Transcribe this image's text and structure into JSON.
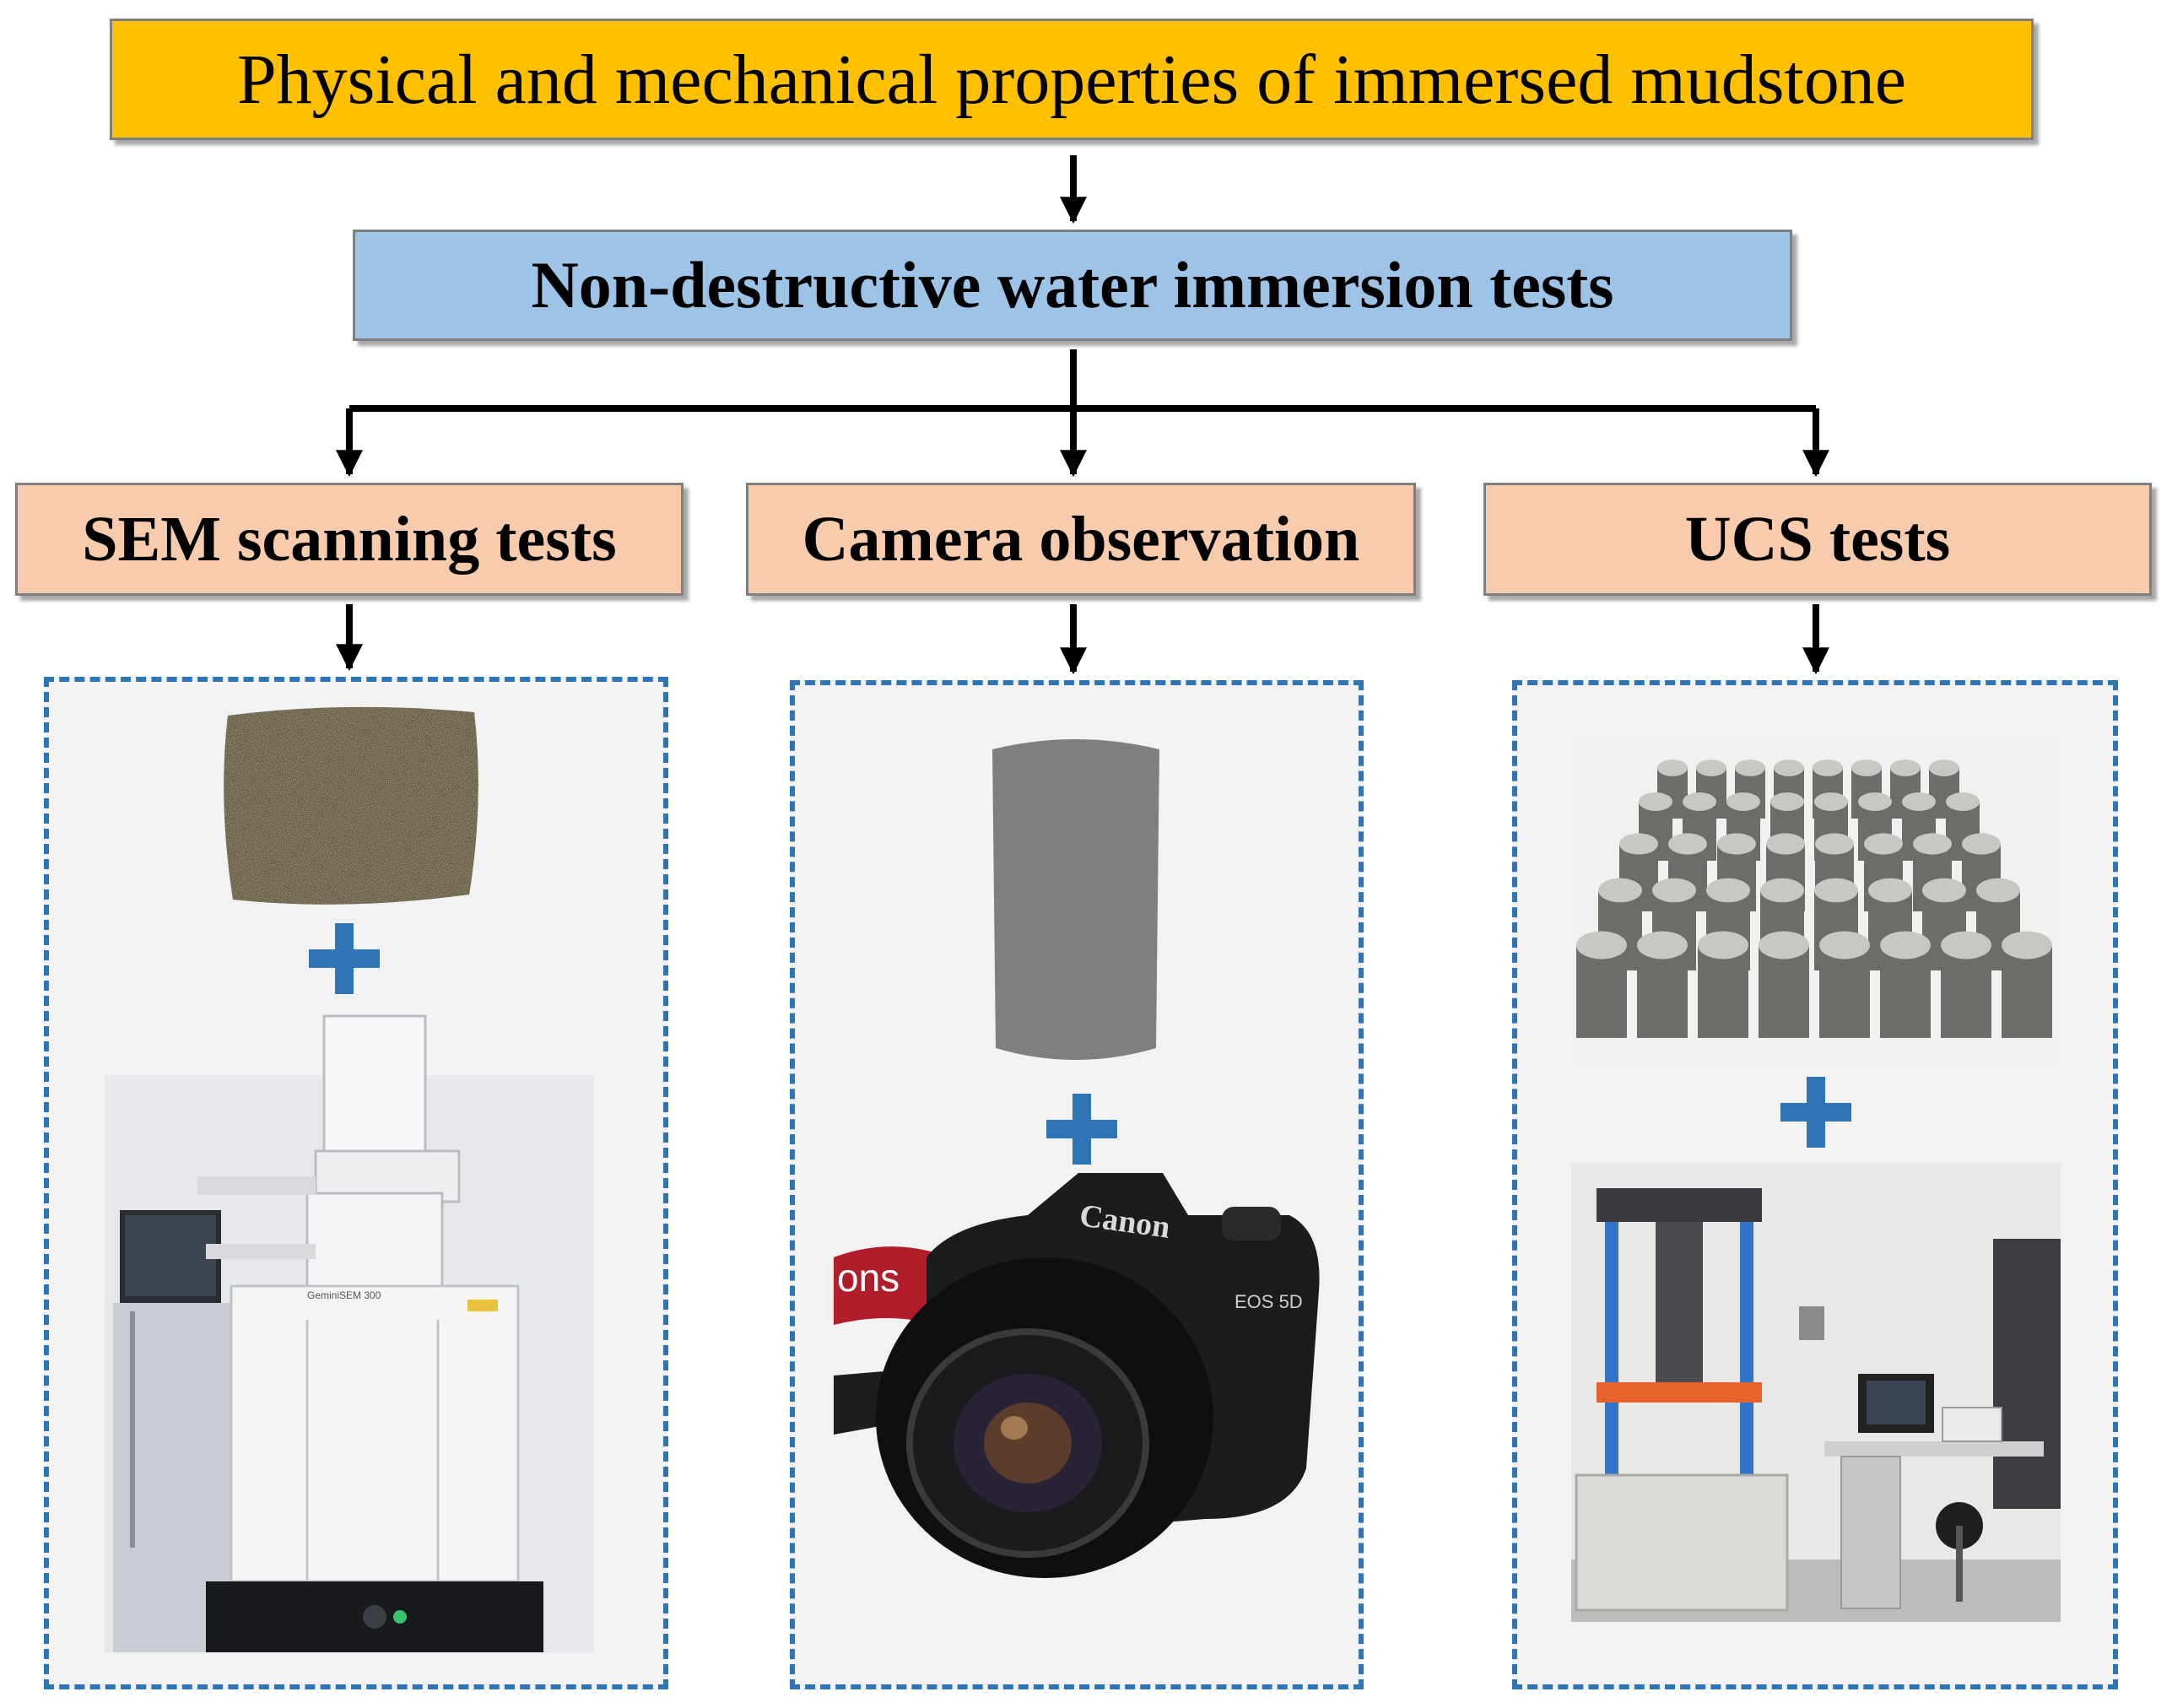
{
  "title": "Physical and mechanical properties of immersed mudstone",
  "method": "Non-destructive water immersion tests",
  "branches": [
    {
      "label": "SEM scanning tests",
      "items": [
        "mudstone-sample-photo",
        "sem-instrument-photo"
      ]
    },
    {
      "label": "Camera observation",
      "items": [
        "cylinder-specimen-photo",
        "camera-photo"
      ]
    },
    {
      "label": "UCS tests",
      "items": [
        "specimens-photo",
        "testing-machine-photo"
      ]
    }
  ],
  "images": {
    "sem_label": "GeminiSEM 300",
    "camera_brand": "Canon",
    "camera_model": "EOS 5D",
    "strap_text": "ons"
  },
  "colors": {
    "title_fill": "#ffc000",
    "method_fill": "#9dc3e6",
    "branch_fill": "#f8cbad",
    "panel_border": "#2e75b6",
    "plus": "#2e75b6"
  }
}
